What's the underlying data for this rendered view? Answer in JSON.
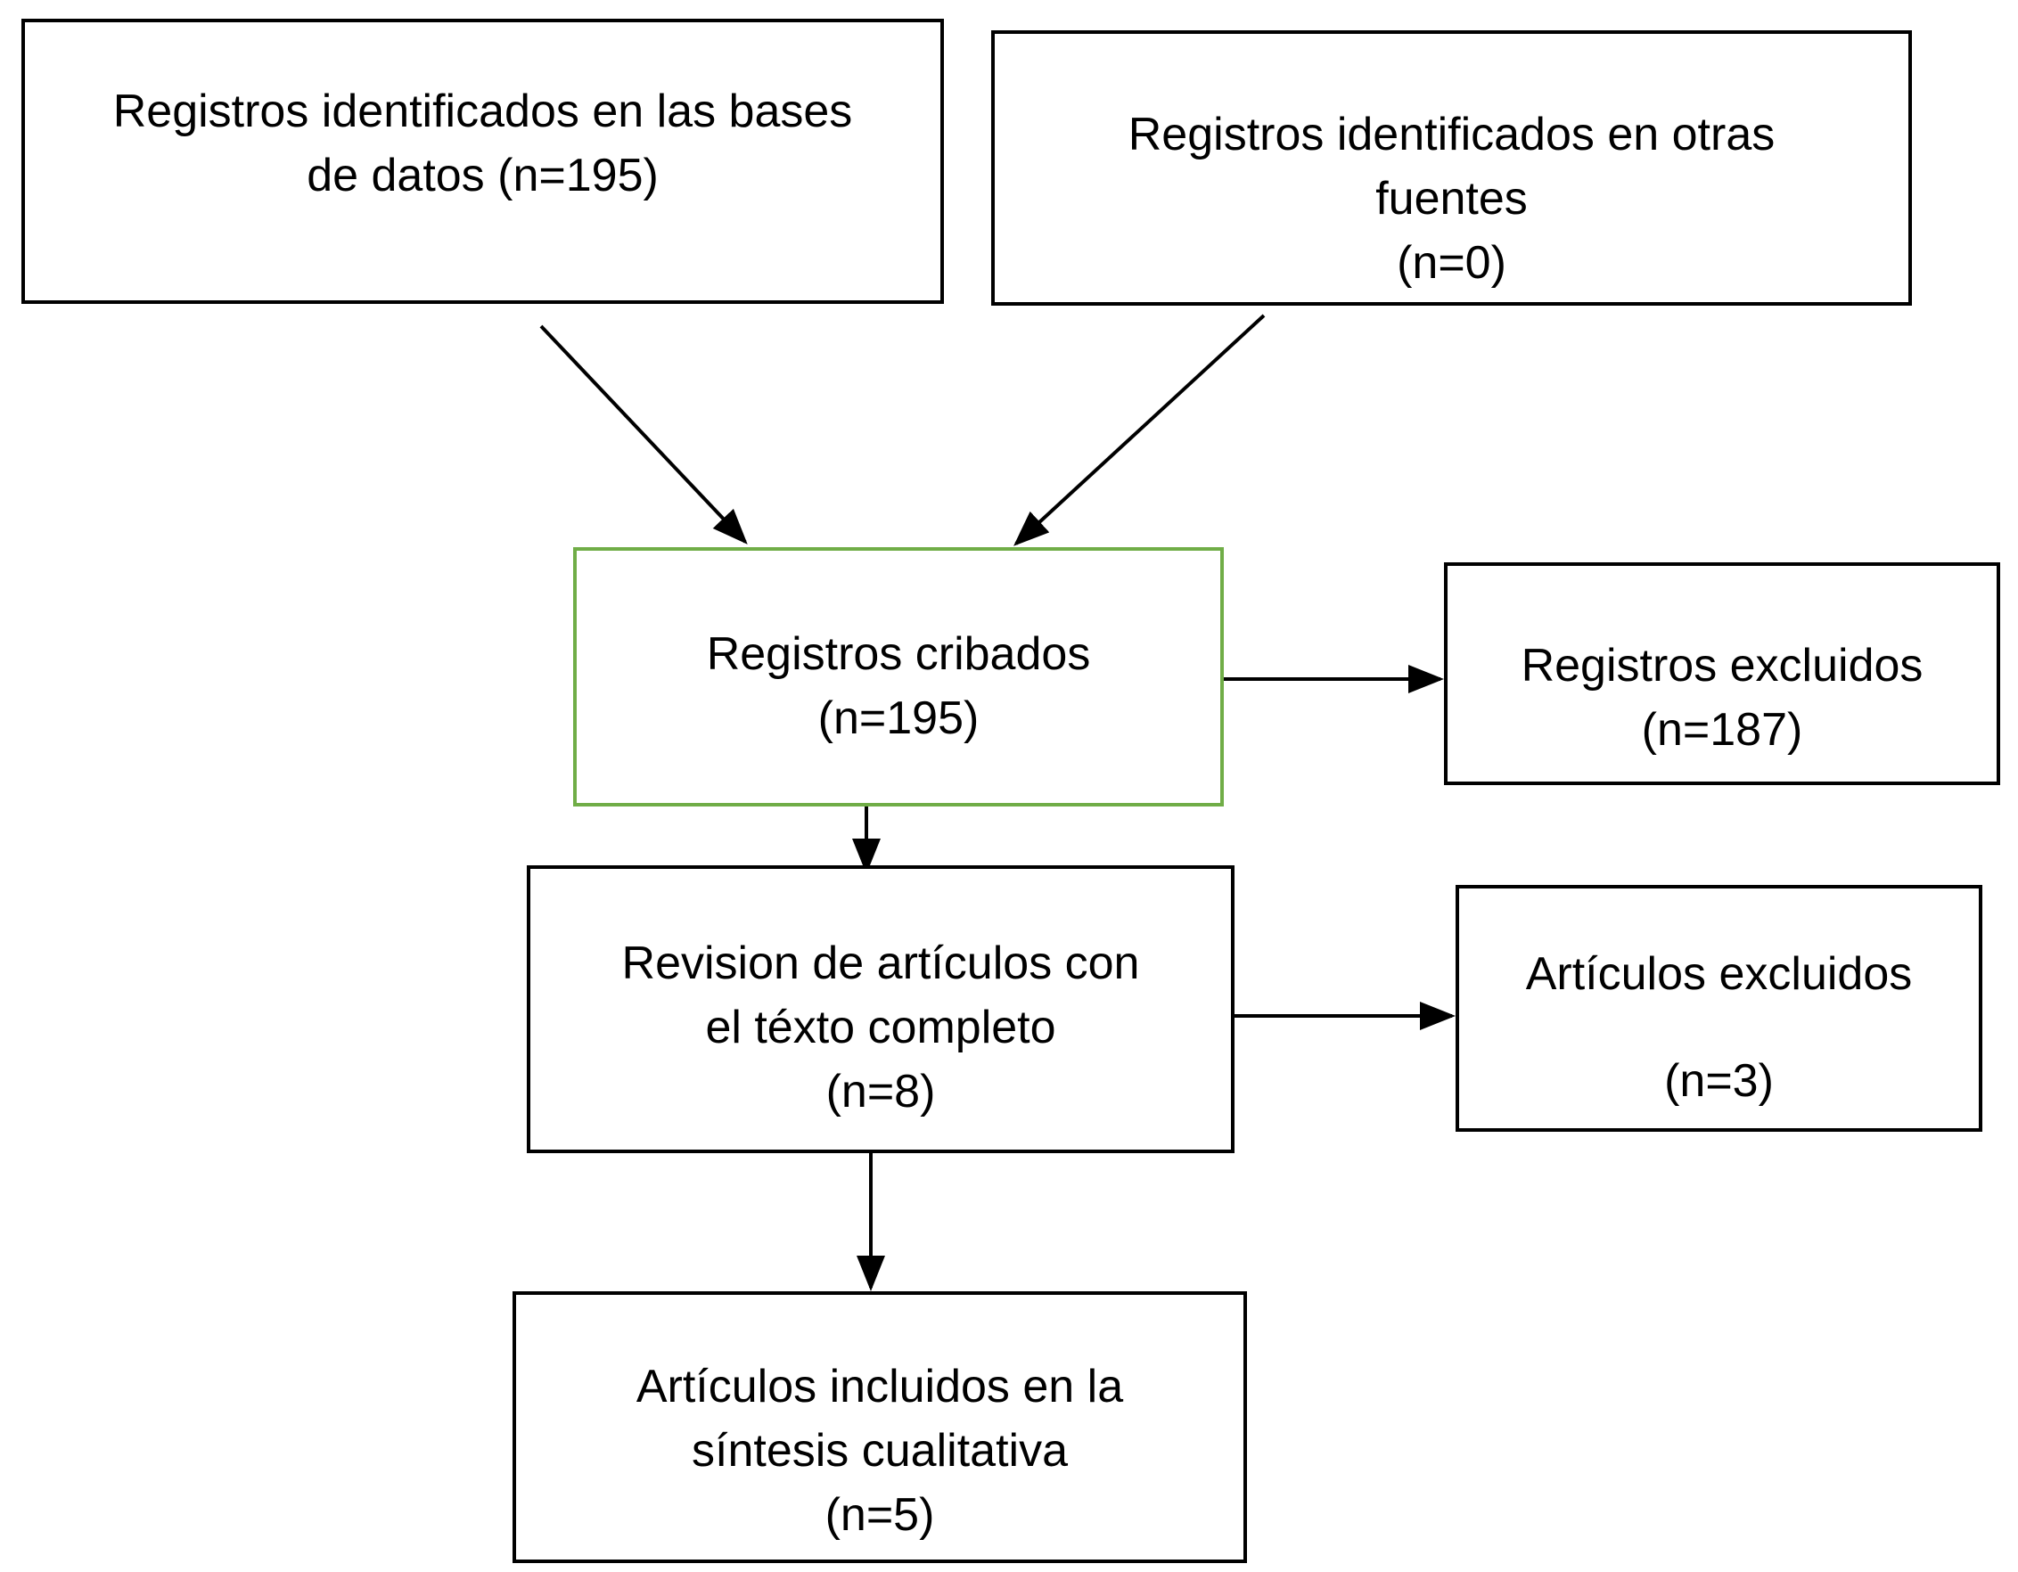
{
  "diagram": {
    "accent_color": "#70ad47",
    "boxes": {
      "db": {
        "line1": "Registros identificados en las bases",
        "line2": "de datos (n=195)"
      },
      "other": {
        "line1": "Registros identificados en otras",
        "line2": "fuentes",
        "line3": "(n=0)"
      },
      "screened": {
        "line1": "Registros cribados",
        "line2": "(n=195)"
      },
      "excluded": {
        "line1": "Registros excluidos",
        "line2": "(n=187)"
      },
      "fulltext": {
        "line1": "Revision de artículos con",
        "line2": "el téxto completo",
        "line3": "(n=8)"
      },
      "articles_excluded": {
        "line1": "Artículos excluidos",
        "line2": "(n=3)"
      },
      "included": {
        "line1": "Artículos incluidos en la",
        "line2": "síntesis cualitativa",
        "line3": "(n=5)"
      }
    }
  }
}
